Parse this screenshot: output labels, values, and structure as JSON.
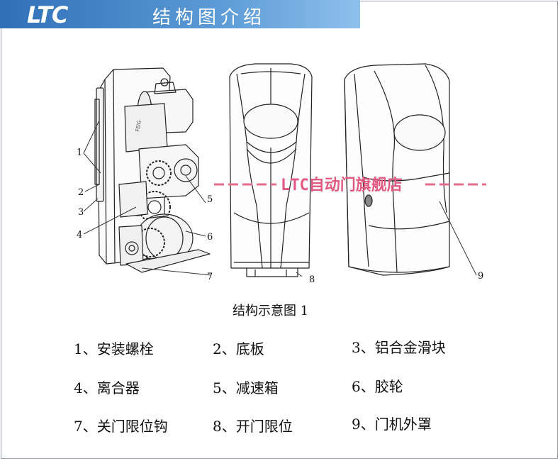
{
  "header": {
    "logo": "LTC",
    "title": "结构图介绍"
  },
  "figure": {
    "callouts": [
      "1",
      "2",
      "3",
      "4",
      "5",
      "6",
      "7",
      "8",
      "9"
    ],
    "watermark": "LTC自动门旗舰店",
    "caption": "结构示意图 1"
  },
  "legend": [
    {
      "label": "1、安装螺栓"
    },
    {
      "label": "2、底板"
    },
    {
      "label": "3、铝合金滑块"
    },
    {
      "label": "4、离合器"
    },
    {
      "label": "5、减速箱"
    },
    {
      "label": "6、胶轮"
    },
    {
      "label": "7、关门限位钩"
    },
    {
      "label": "8、开门限位"
    },
    {
      "label": "9、门机外罩"
    }
  ]
}
